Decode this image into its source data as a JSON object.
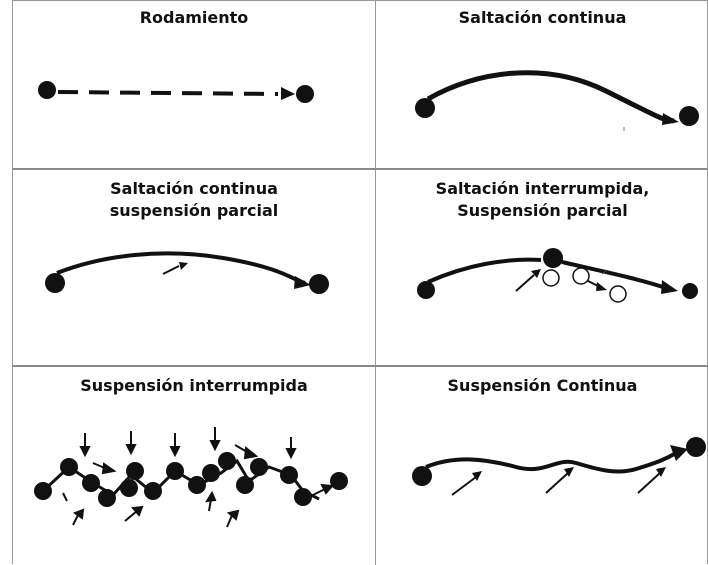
{
  "cells": [
    {
      "title_lines": [
        "Rodamiento"
      ]
    },
    {
      "title_lines": [
        "Saltación continua"
      ]
    },
    {
      "title_lines": [
        "Saltación continua",
        "suspensión parcial"
      ]
    },
    {
      "title_lines": [
        "Saltación interrumpida,",
        "Suspensión parcial"
      ]
    },
    {
      "title_lines": [
        "Suspensión interrumpida"
      ]
    },
    {
      "title_lines": [
        "Suspensión Continua"
      ]
    }
  ],
  "colors": {
    "ink": "#111111",
    "border": "#9a9a9a"
  },
  "icons": [
    "particle-dot",
    "transport-arrow",
    "hollow-particle"
  ]
}
